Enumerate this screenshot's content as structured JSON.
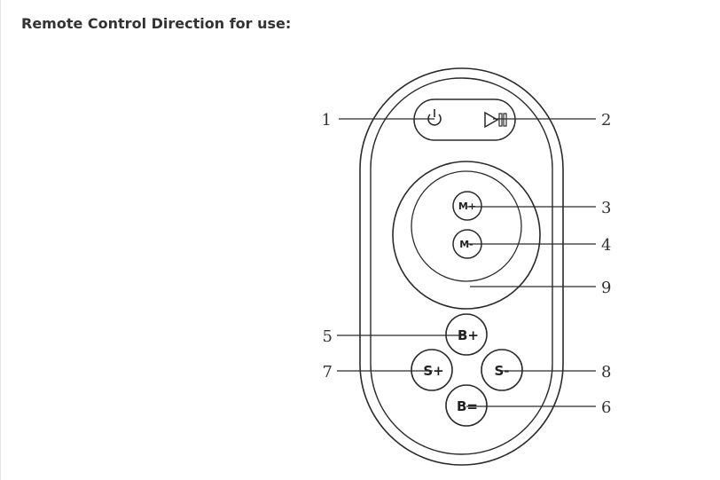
{
  "heading": "Remote Control Direction for use:",
  "buttons": {
    "m_plus": "M+",
    "m_minus": "M-",
    "b_plus": "B+",
    "s_plus": "S+",
    "s_minus": "S-",
    "b_equal": "B="
  },
  "callouts": {
    "c1": "1",
    "c2": "2",
    "c3": "3",
    "c4": "4",
    "c5": "5",
    "c6": "6",
    "c7": "7",
    "c8": "8",
    "c9": "9"
  },
  "icons": {
    "power": "power-icon",
    "play_pause": "play-pause-icon"
  }
}
